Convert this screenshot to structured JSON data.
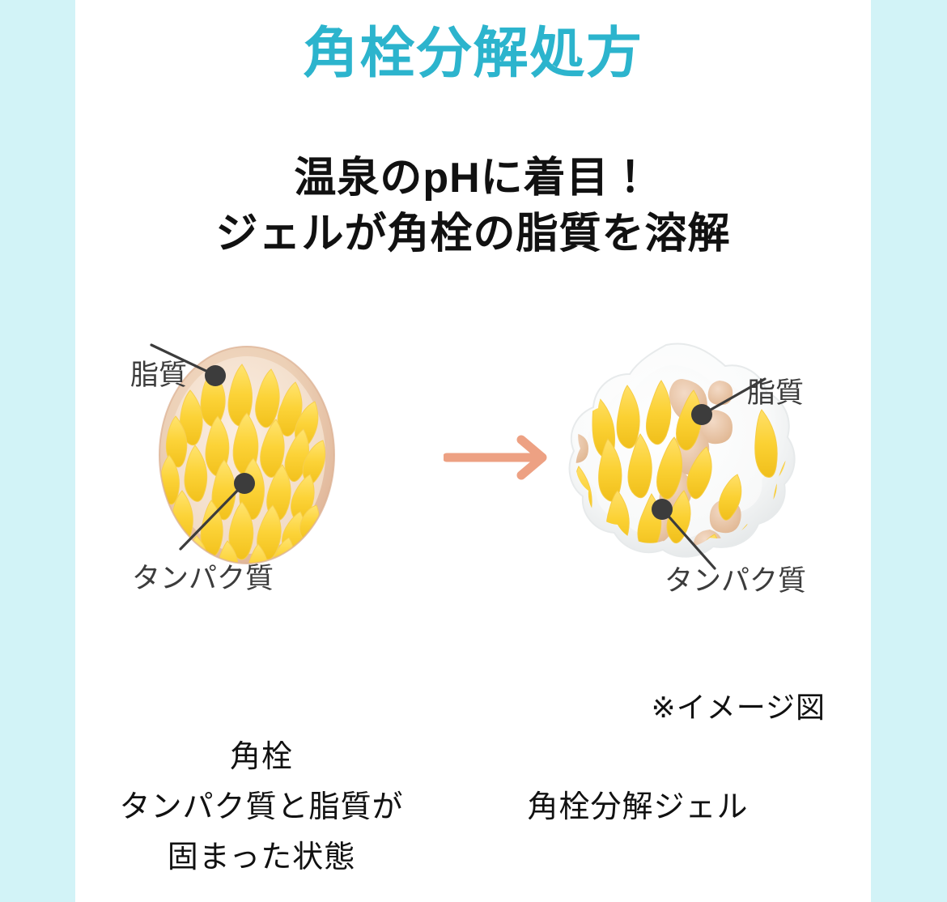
{
  "theme": {
    "band_color": "#d2f3f7",
    "headline_color": "#2cb4cd",
    "body_color": "#111111",
    "label_color": "#3c3c3c",
    "arrow_color": "#eda183",
    "lipid_yellow": "#fbd232",
    "protein_beige": "#e7c2a4",
    "gel_white": "#f2f3f3",
    "dot_color": "#3c3c3c",
    "background": "#ffffff"
  },
  "header": {
    "title": "角栓分解処方"
  },
  "subhead": {
    "line1": "温泉のpHに着目！",
    "line2": "ジェルが角栓の脂質を溶解"
  },
  "diagram": {
    "arrow_icon": "arrow-right-icon",
    "left_figure": {
      "name": "keratin-plug-illustration",
      "labels": {
        "lipid": "脂質",
        "protein": "タンパク質"
      }
    },
    "right_figure": {
      "name": "dissolving-gel-illustration",
      "labels": {
        "lipid": "脂質",
        "protein": "タンパク質"
      }
    }
  },
  "note": "※イメージ図",
  "captions": {
    "left": {
      "line1": "角栓",
      "line2": "タンパク質と脂質が",
      "line3": "固まった状態"
    },
    "right": {
      "line1": "角栓分解ジェル"
    }
  }
}
